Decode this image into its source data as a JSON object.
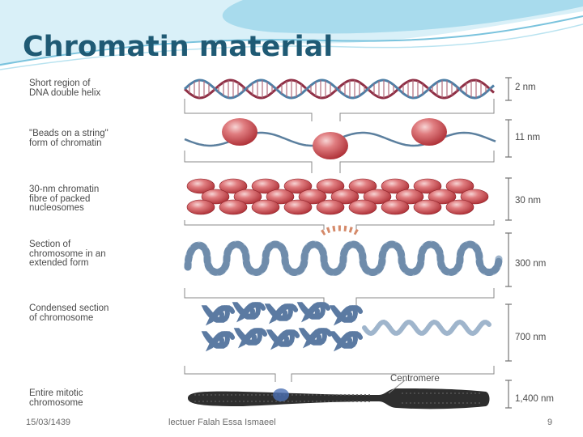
{
  "slide": {
    "title": "Chromatin material",
    "footer": {
      "date": "15/03/1439",
      "author": "lectuer Falah Essa Ismaeel",
      "page": "9"
    }
  },
  "diagram": {
    "rows": [
      {
        "label": "Short region of\nDNA double helix",
        "scale": "2 nm"
      },
      {
        "label": "\"Beads on a string\"\nform of chromatin",
        "scale": "11 nm"
      },
      {
        "label": "30-nm chromatin\nfibre of packed\nnucleosomes",
        "scale": "30 nm"
      },
      {
        "label": "Section of\nchromosome in an\nextended form",
        "scale": "300 nm"
      },
      {
        "label": "Condensed section\nof chromosome",
        "scale": "700 nm"
      },
      {
        "label": "Entire mitotic\nchromosome",
        "scale": "1,400 nm"
      }
    ],
    "centromere_label": "Centromere"
  },
  "colors": {
    "title": "#1f5a74",
    "dna_strand_a": "#8f2f45",
    "dna_strand_b": "#4e7fa6",
    "bead": "#cf4b50",
    "bead_highlight": "#f3c2c2",
    "fiber_blue": "#7d97b6",
    "chromosome": "#2e2e2e",
    "bracket": "#777777"
  }
}
